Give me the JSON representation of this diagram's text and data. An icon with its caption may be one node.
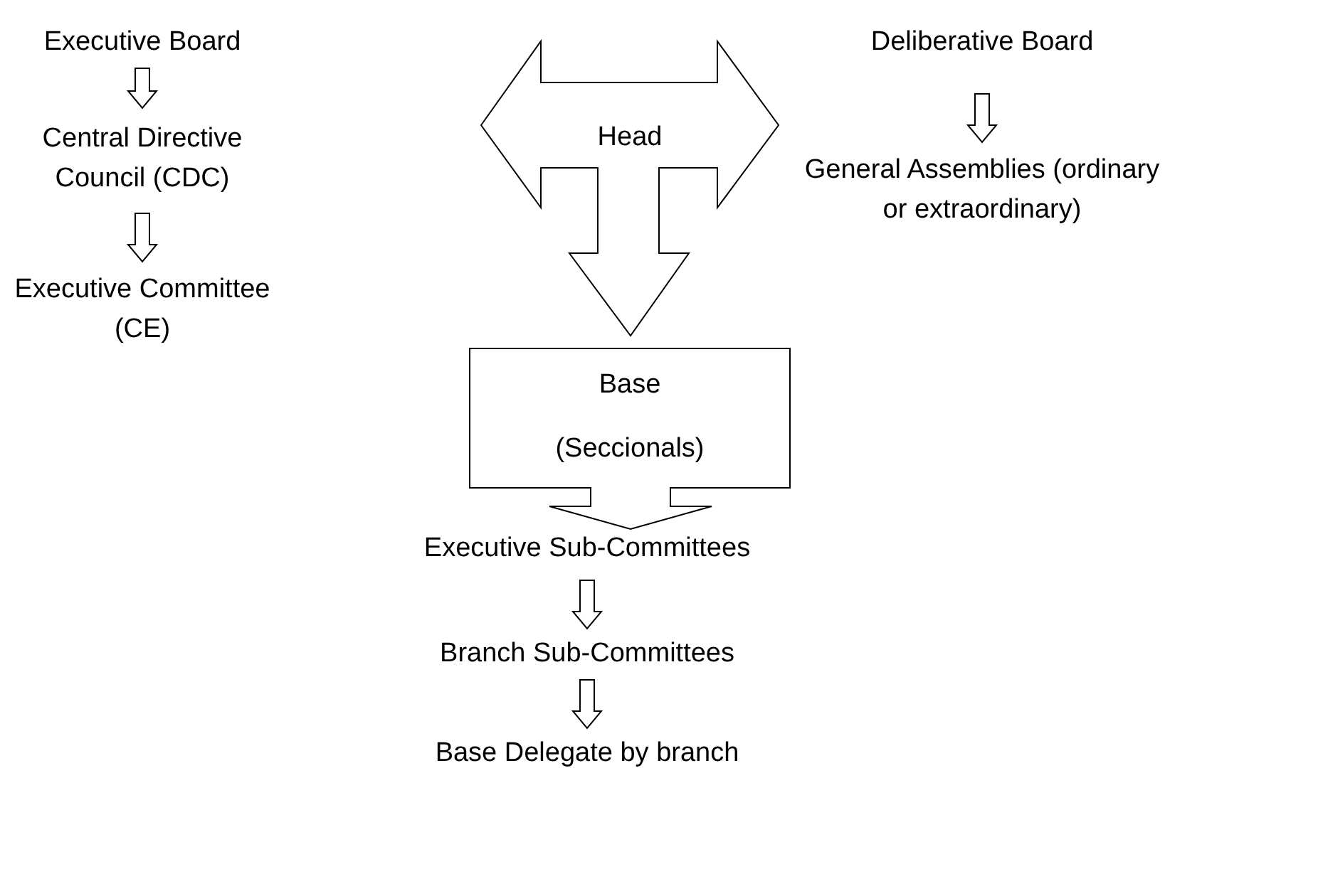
{
  "diagram": {
    "nodes": [
      {
        "text": [
          "Executive Board"
        ]
      },
      {
        "text": [
          "Central Directive Council (CDC)"
        ]
      },
      {
        "text": [
          "Executive Committee (CE)"
        ]
      },
      {
        "text": [
          "Head"
        ]
      },
      {
        "text": [
          "Deliberative Board"
        ]
      },
      {
        "text": [
          "General Assemblies (ordinary or extraordinary)"
        ]
      },
      {
        "text": [
          "Base",
          "(Seccionals)"
        ]
      },
      {
        "text": [
          "Executive Sub-Committees"
        ]
      },
      {
        "text": [
          "Branch Sub-Committees"
        ]
      },
      {
        "text": [
          "Base Delegate by branch"
        ]
      }
    ],
    "edges": [
      {
        "from": 0,
        "to": 1,
        "arrow": "to"
      },
      {
        "from": 1,
        "to": 2,
        "arrow": "to"
      },
      {
        "from": 4,
        "to": 5,
        "arrow": "to"
      },
      {
        "from": 7,
        "to": 8,
        "arrow": "to"
      },
      {
        "from": 8,
        "to": 9,
        "arrow": "to"
      }
    ]
  }
}
